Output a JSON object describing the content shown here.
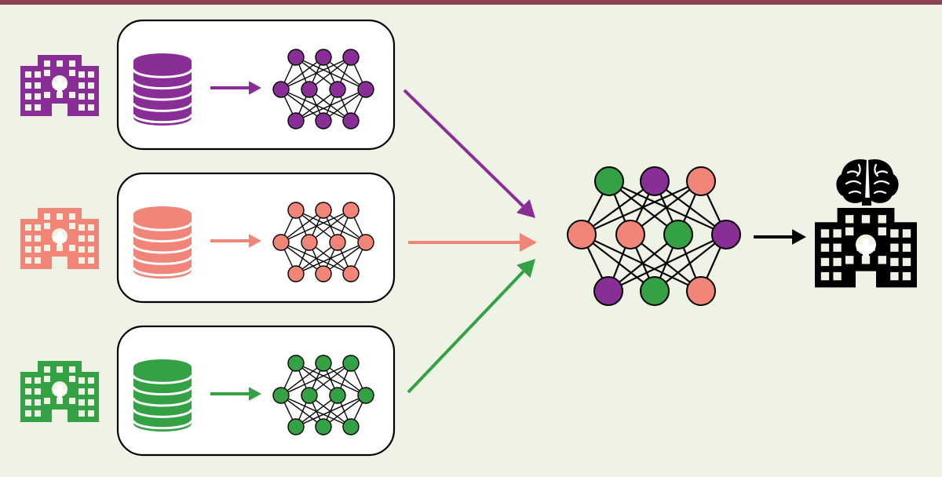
{
  "colors": {
    "background": "#eff3e6",
    "top_rule": "#8e4452",
    "purple": "#8a2e97",
    "salmon": "#f08578",
    "green": "#34a244",
    "black": "#000000",
    "panel_fill": "#ffffff"
  },
  "sites": [
    {
      "name": "site-purple",
      "color_key": "purple"
    },
    {
      "name": "site-salmon",
      "color_key": "salmon"
    },
    {
      "name": "site-green",
      "color_key": "green"
    }
  ],
  "global_model": {
    "node_colors": [
      "green",
      "purple",
      "salmon",
      "salmon",
      "salmon",
      "green",
      "purple",
      "purple",
      "green",
      "salmon"
    ]
  },
  "icons": {
    "site_building": "hospital-building-icon",
    "site_data": "database-icon",
    "site_model": "neural-network-icon",
    "central_building": "hospital-building-icon",
    "central_brain": "brain-icon"
  }
}
